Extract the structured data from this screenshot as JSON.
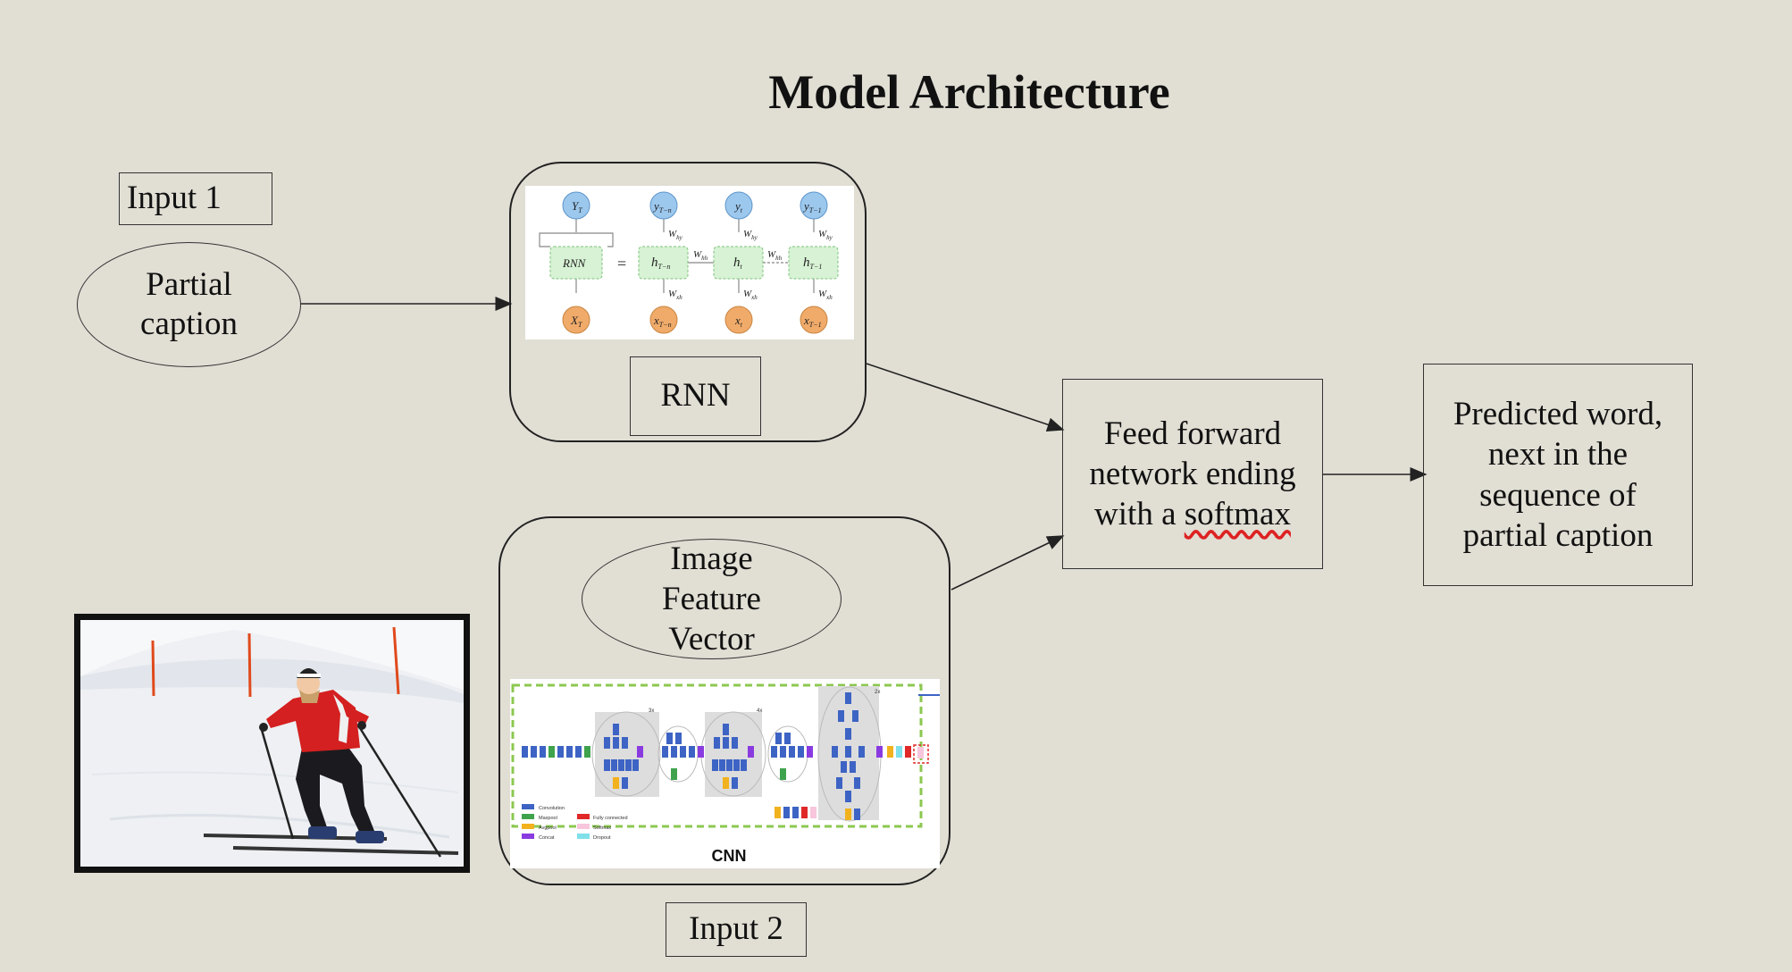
{
  "title": "Model Architecture",
  "input1": {
    "label": "Input 1"
  },
  "partial_caption": {
    "text": "Partial caption"
  },
  "rnn": {
    "label": "RNN",
    "nodes": {
      "y_T": "Y",
      "y_T_sub": "T",
      "y_Tn": "y",
      "y_Tn_sub": "T−n",
      "y_t": "y",
      "y_t_sub": "t",
      "y_T1": "y",
      "y_T1_sub": "T−1",
      "rnn_cell": "RNN",
      "h_Tn": "h",
      "h_Tn_sub": "T−n",
      "h_t": "h",
      "h_t_sub": "t",
      "h_T1": "h",
      "h_T1_sub": "T−1",
      "x_T": "X",
      "x_T_sub": "T",
      "x_Tn": "x",
      "x_Tn_sub": "T−n",
      "x_t": "x",
      "x_t_sub": "t",
      "x_T1": "x",
      "x_T1_sub": "T−1",
      "w_hy": "W",
      "w_hy_sub": "hy",
      "w_xh": "W",
      "w_xh_sub": "xh",
      "w_hh": "W",
      "w_hh_sub": "hh",
      "equals": "="
    }
  },
  "image_feature": {
    "text": "Image Feature Vector"
  },
  "cnn": {
    "label": "CNN",
    "repeat_3x": "3x",
    "repeat_4x": "4x",
    "repeat_2x": "2x",
    "legend": [
      "Convolution",
      "Maxpool",
      "Avgpool",
      "Concat",
      "Fully connected",
      "Softmax",
      "Dropout"
    ]
  },
  "input2": {
    "label": "Input 2"
  },
  "feed_forward": {
    "line1": "Feed forward",
    "line2": "network ending",
    "line3_prefix": "with a ",
    "line3_word": "softmax"
  },
  "output": {
    "text": "Predicted word, next in the sequence of partial caption"
  },
  "colors": {
    "background": "#e1ded4",
    "rnn_output_node": "#9cc8ee",
    "rnn_input_node": "#f0ab6a",
    "rnn_hidden_node": "#d7f2d4",
    "cnn_conv": "#3d63c4",
    "cnn_maxpool": "#3fa34d",
    "cnn_avgpool": "#f2b21e",
    "cnn_concat": "#8a3be0",
    "cnn_fc": "#e02828",
    "cnn_softmax": "#f7c6dc",
    "cnn_dropout": "#7fe0ea",
    "ski_jacket": "#d42020"
  }
}
